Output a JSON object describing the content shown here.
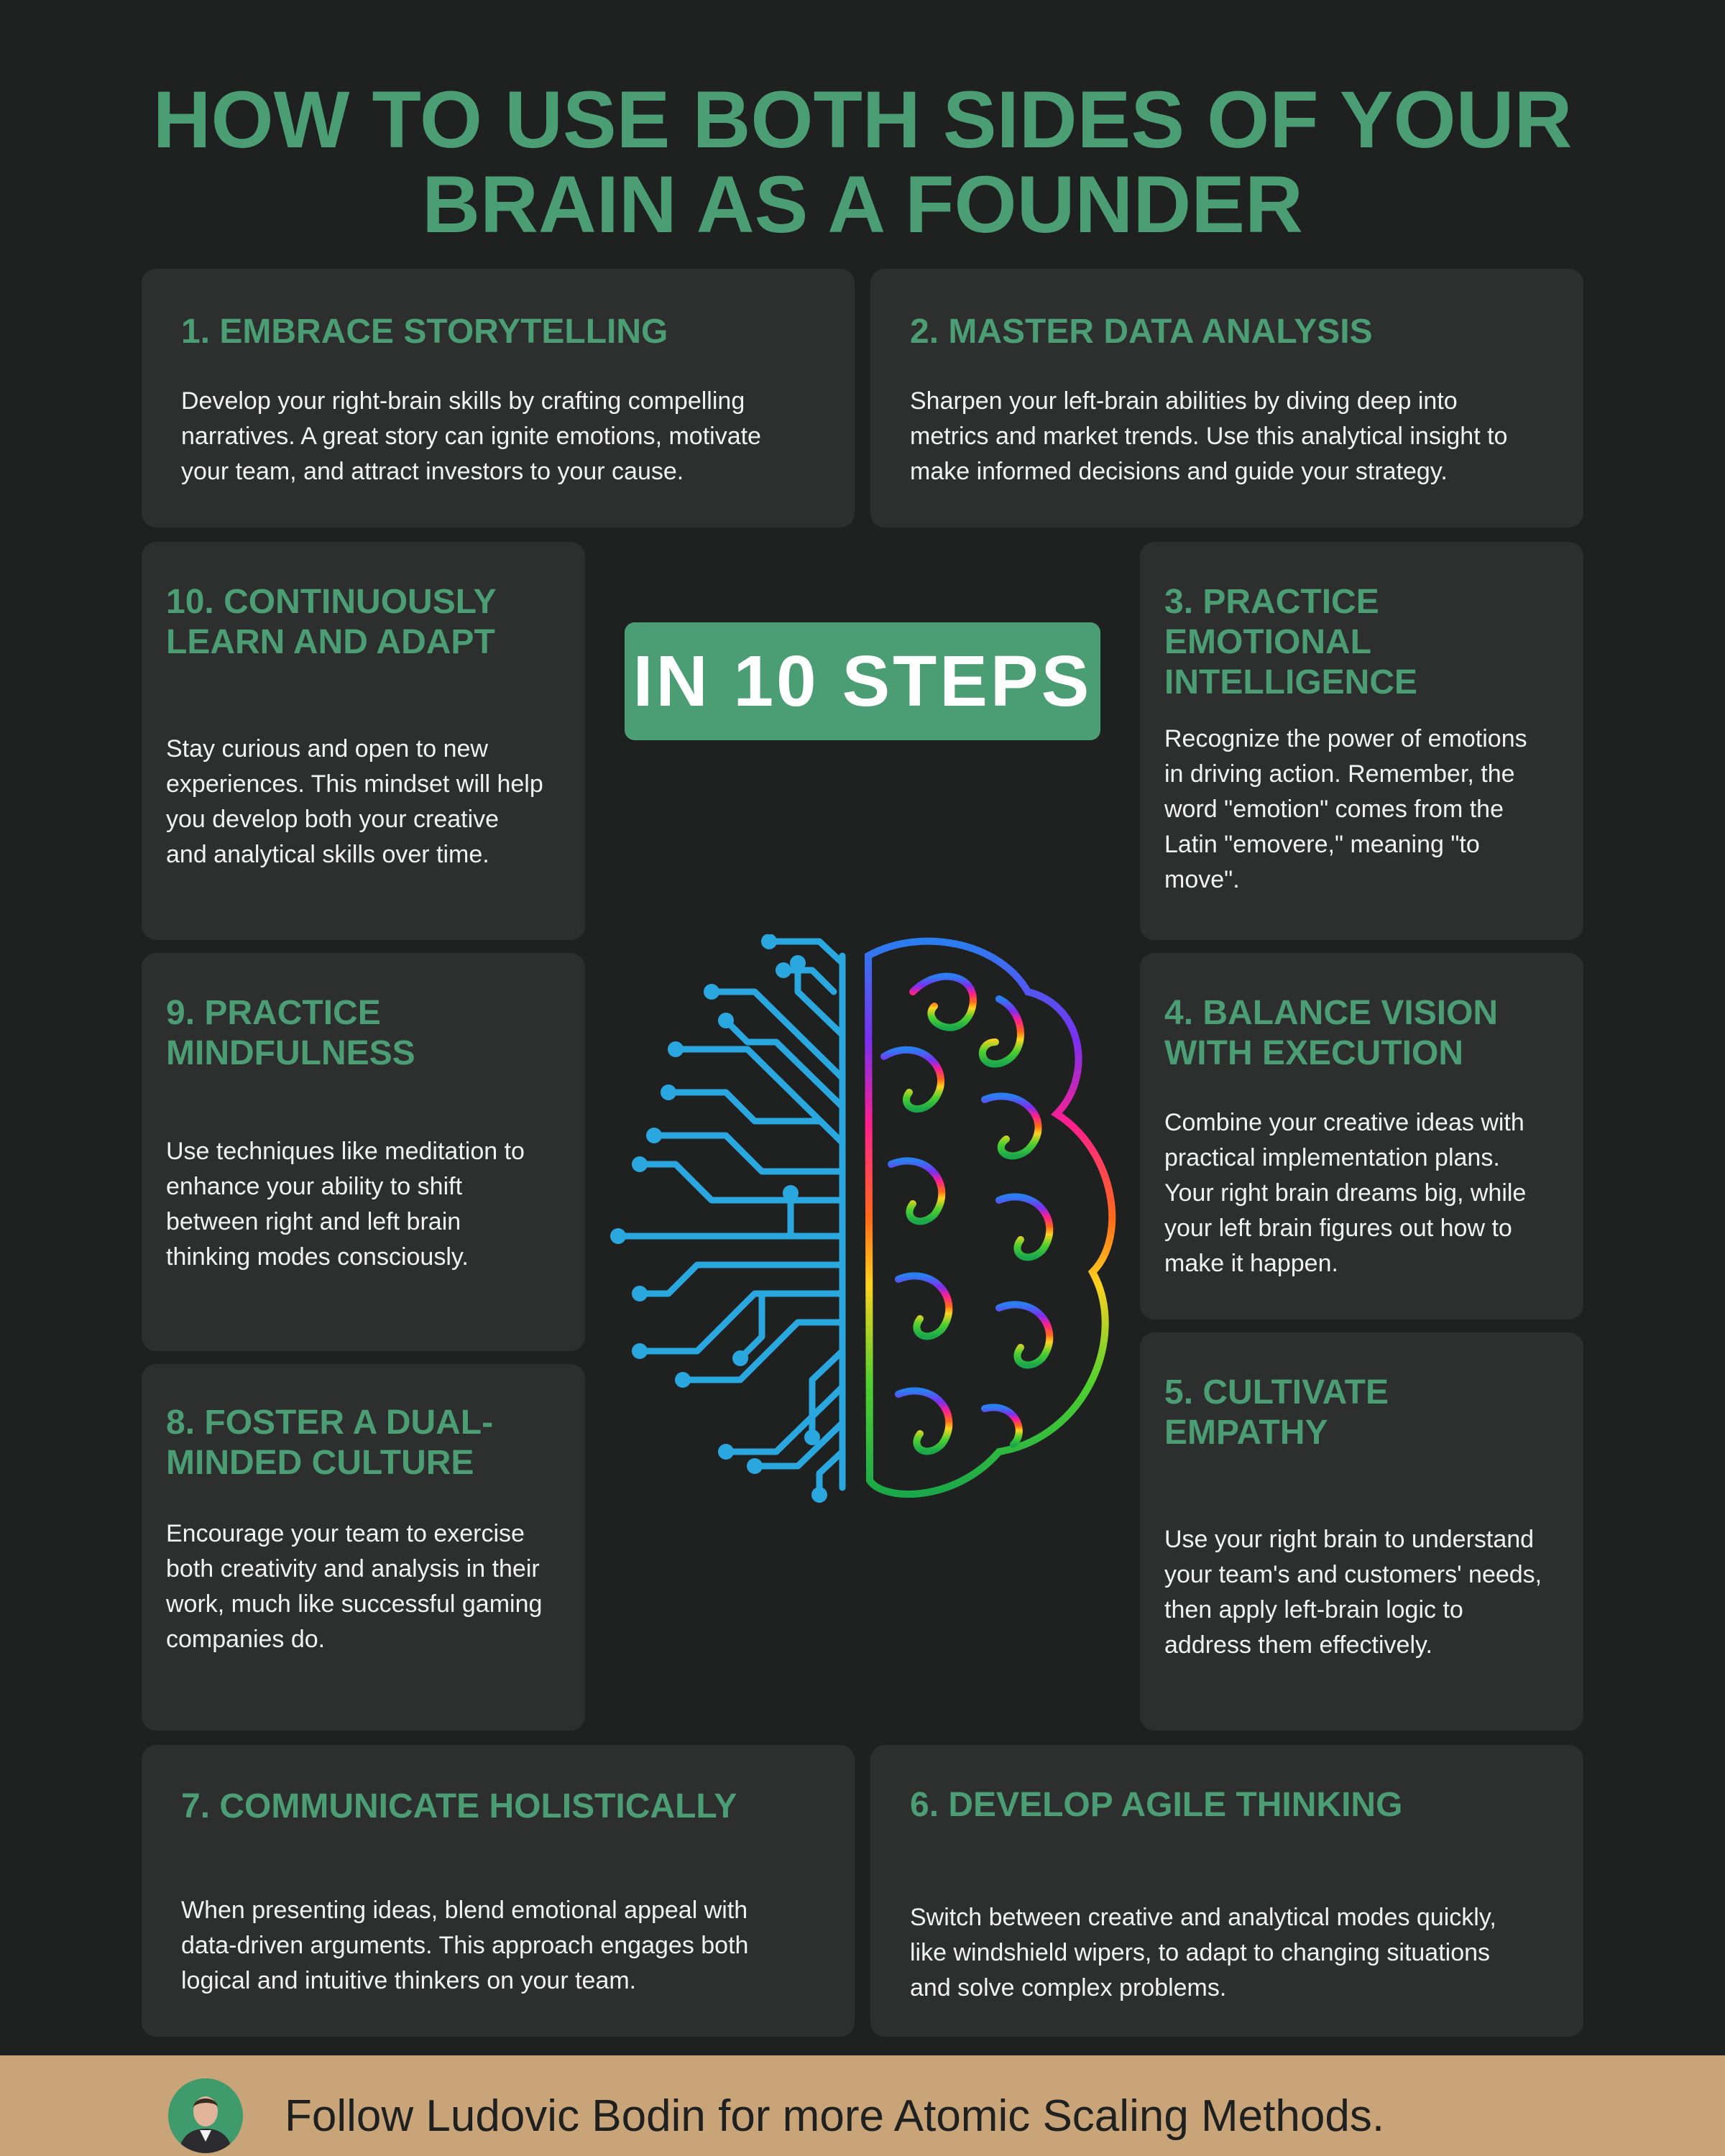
{
  "title": {
    "line1": "HOW TO USE BOTH SIDES OF YOUR",
    "line2": "BRAIN AS A FOUNDER"
  },
  "badge": "IN 10 STEPS",
  "steps": [
    {
      "title": "1. EMBRACE STORYTELLING",
      "lines": [
        "Develop your right-brain skills by crafting compelling",
        "narratives. A great story can ignite emotions, motivate",
        "your team, and attract investors to your cause."
      ]
    },
    {
      "title": "2. MASTER DATA ANALYSIS",
      "lines": [
        "Sharpen your left-brain abilities by diving deep into",
        "metrics and market trends. Use this analytical insight to",
        "make informed decisions and guide your strategy."
      ]
    },
    {
      "title_lines": [
        "3. PRACTICE",
        "EMOTIONAL",
        "INTELLIGENCE"
      ],
      "lines": [
        "Recognize the power of emotions",
        "in driving action. Remember, the",
        "word \"emotion\" comes from the",
        "Latin \"emovere,\" meaning \"to",
        "move\"."
      ]
    },
    {
      "title_lines": [
        "4. BALANCE VISION",
        "WITH EXECUTION"
      ],
      "lines": [
        "Combine your creative ideas with",
        "practical implementation plans.",
        "Your right brain dreams big, while",
        "your left brain figures out how to",
        "make it happen."
      ]
    },
    {
      "title_lines": [
        "5. CULTIVATE",
        "EMPATHY"
      ],
      "lines": [
        "Use your right brain to understand",
        "your team's and customers' needs,",
        "then apply left-brain logic to",
        "address them effectively."
      ]
    },
    {
      "title": "6. DEVELOP AGILE THINKING",
      "lines": [
        "Switch between creative and analytical modes quickly,",
        "like windshield wipers, to adapt to changing situations",
        "and solve complex problems."
      ]
    },
    {
      "title": "7. COMMUNICATE HOLISTICALLY",
      "lines": [
        "When presenting ideas, blend emotional appeal with",
        "data-driven arguments. This approach engages both",
        "logical and intuitive thinkers on your team."
      ]
    },
    {
      "title_lines": [
        "8. FOSTER A DUAL-",
        "MINDED CULTURE"
      ],
      "lines": [
        "Encourage your team to exercise",
        "both creativity and analysis in their",
        "work, much like successful gaming",
        "companies do."
      ]
    },
    {
      "title_lines": [
        "9. PRACTICE",
        "MINDFULNESS"
      ],
      "lines": [
        "Use techniques like meditation to",
        "enhance your ability to shift",
        "between right and left brain",
        "thinking modes consciously."
      ]
    },
    {
      "title_lines": [
        "10. CONTINUOUSLY",
        "LEARN AND ADAPT"
      ],
      "lines": [
        "Stay curious and open to new",
        "experiences. This mindset will help",
        "you develop both your creative",
        "and analytical skills over time."
      ]
    }
  ],
  "footer": {
    "text": "Follow Ludovic Bodin for more Atomic Scaling Methods."
  },
  "icons": {
    "brain": "brain-icon",
    "avatar": "avatar"
  },
  "colors": {
    "background": "#1f2020",
    "card": "#2d2e2e",
    "accent": "#4b9e74",
    "footer": "#c9a478"
  }
}
